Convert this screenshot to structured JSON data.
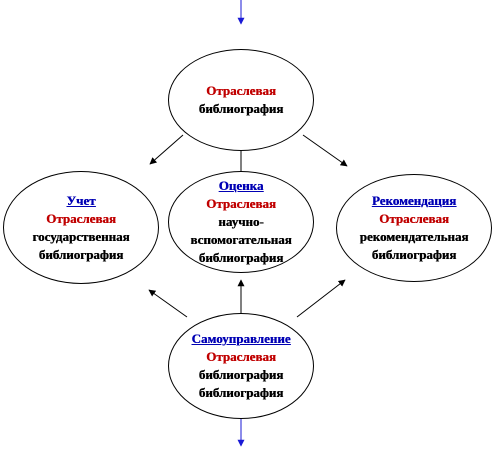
{
  "colors": {
    "heading": "#0000b4",
    "label": "#c00000",
    "text": "#000000",
    "flow_arrow": "#1a1ad6",
    "link_arrow": "#000000"
  },
  "nodes": {
    "top": {
      "label": "Отраслевая",
      "lines": [
        "библиография"
      ]
    },
    "left": {
      "heading": "Учет",
      "label": "Отраслевая",
      "lines": [
        "государственная",
        "библиография"
      ]
    },
    "center": {
      "heading": "Оценка",
      "label": "Отраслевая",
      "lines": [
        "научно-",
        "вспомогательная",
        "библиография"
      ]
    },
    "right": {
      "heading": "Рекомендация",
      "label": "Отраслевая",
      "lines": [
        "рекомендательная",
        "библиография"
      ]
    },
    "bottom": {
      "heading": "Самоуправление",
      "label": "Отраслевая",
      "lines": [
        "библиография",
        "библиография"
      ]
    }
  }
}
